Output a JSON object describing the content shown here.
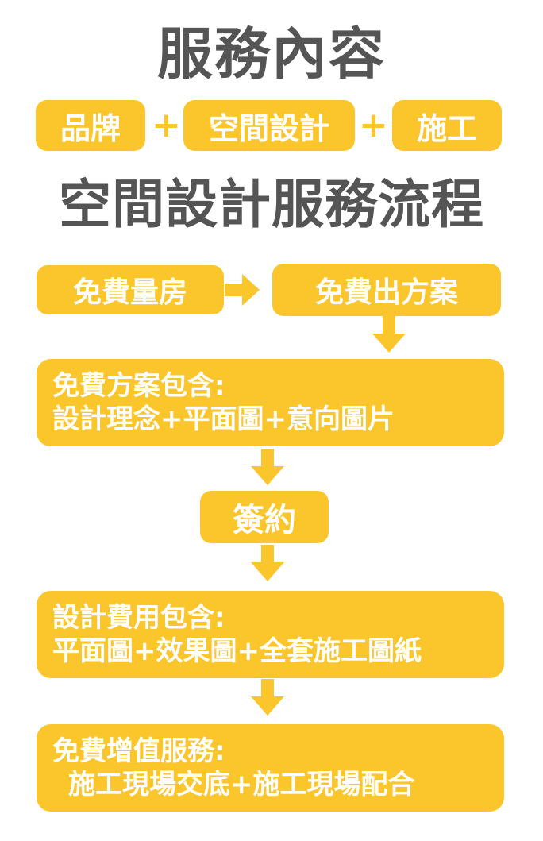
{
  "colors": {
    "accent": "#FBC52C",
    "title": "#555555",
    "text_on_accent": "#ffffff"
  },
  "header": {
    "title": "服務內容",
    "formula": {
      "item1": "品牌",
      "plus1": "+",
      "item2": "空間設計",
      "plus2": "+",
      "item3": "施工"
    }
  },
  "process": {
    "title": "空間設計服務流程",
    "step1": "免費量房",
    "step2": "免費出方案",
    "step3": {
      "line1": "免費方案包含:",
      "line2": "設計理念+平面圖+意向圖片"
    },
    "step4": "簽約",
    "step5": {
      "line1": "設計費用包含:",
      "line2": "平面圖+效果圖+全套施工圖紙"
    },
    "step6": {
      "line1": "免費增值服務:",
      "line2": "施工現場交底+施工現場配合"
    }
  }
}
